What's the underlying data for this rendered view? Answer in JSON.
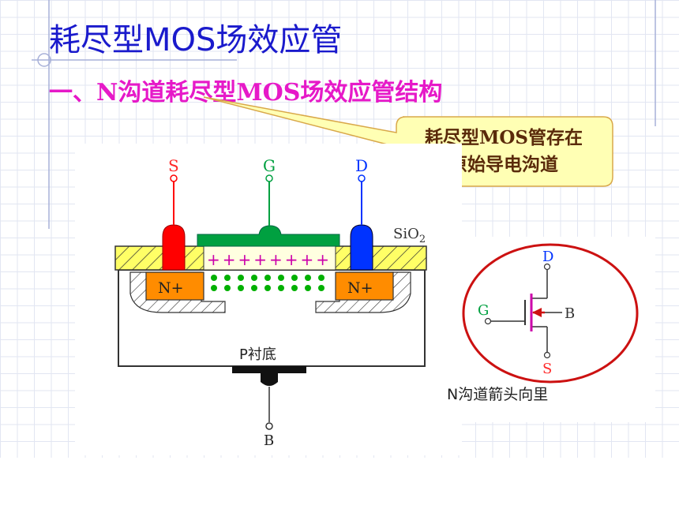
{
  "slide": {
    "title": "耗尽型MOS场效应管",
    "subtitle": "一、N沟道耗尽型MOS场效应管结构",
    "callout": {
      "line1": "耗尽型MOS管存在",
      "line2": "原始导电沟道"
    }
  },
  "structure": {
    "source_label": "S",
    "gate_label": "G",
    "drain_label": "D",
    "oxide_label": "SiO",
    "oxide_subscript": "2",
    "positive_charges": "++++++++",
    "n_plus_left": "N+",
    "n_plus_right": "N+",
    "substrate_label": "P衬底",
    "bulk_label": "B"
  },
  "symbol": {
    "drain_label": "D",
    "gate_label": "G",
    "bulk_label": "B",
    "source_label": "S",
    "caption": "N沟道箭头向里"
  },
  "colors": {
    "title": "#1a1acc",
    "subtitle": "#e619c8",
    "callout_fill": "#ffffb4",
    "callout_border": "#d9a84a",
    "source": "#ff0000",
    "drain": "#0033ff",
    "gate": "#00a040",
    "oxide": "#ffff66",
    "n_plus": "#ff8c00",
    "channel_dots": "#00b000",
    "charges": "#cc00aa",
    "circle": "#cc1111"
  }
}
